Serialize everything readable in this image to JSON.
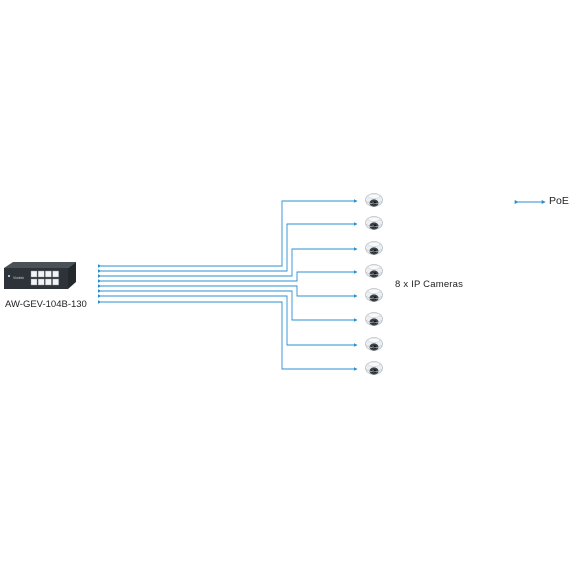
{
  "switch": {
    "model_label": "AW-GEV-104B-130",
    "brand_label": "Vivotek",
    "poe_port_count": 8
  },
  "cameras": {
    "label": "8 x IP Cameras",
    "count": 8,
    "icon": "dome-camera-icon"
  },
  "legend": {
    "label": "PoE",
    "icon": "poe-link-icon"
  },
  "colors": {
    "poe_line": "#2a8fd0",
    "switch_body": "#2d3338",
    "text": "#222222"
  }
}
